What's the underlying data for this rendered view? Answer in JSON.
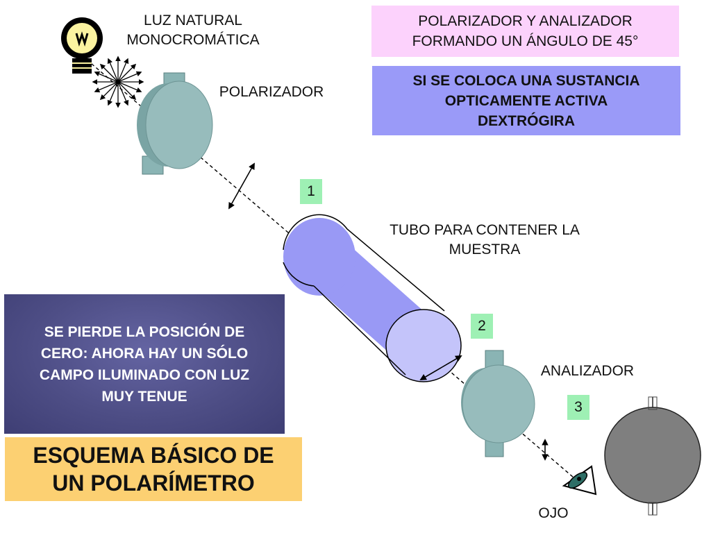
{
  "labels": {
    "light_source": [
      "LUZ NATURAL",
      "MONOCROMÁTICA"
    ],
    "polarizer": "POLARIZADOR",
    "tube": [
      "TUBO PARA CONTENER LA",
      "MUESTRA"
    ],
    "analyzer": "ANALIZADOR",
    "eye": "OJO"
  },
  "steps": [
    "1",
    "2",
    "3"
  ],
  "boxes": {
    "angle_note": [
      "POLARIZADOR Y ANALIZADOR",
      "FORMANDO UN ÁNGULO DE 45°"
    ],
    "substance_note": [
      "SI SE COLOCA UNA SUSTANCIA",
      "OPTICAMENTE ACTIVA",
      "DEXTRÓGIRA"
    ],
    "result_note": [
      "SE PIERDE LA POSICIÓN DE",
      "CERO: AHORA HAY UN SÓLO",
      "CAMPO ILUMINADO CON LUZ",
      "MUY TENUE"
    ],
    "title": [
      "ESQUEMA BÁSICO DE",
      "UN POLARÍMETRO"
    ]
  },
  "colors": {
    "angle_note_bg": "#fcd2fc",
    "substance_note_bg": "#9a9af8",
    "result_note_bg": "#4e4e86",
    "title_bg": "#fcd072",
    "step_bg": "#9ef0b4",
    "tube_body": "#9999f5",
    "tube_end": "#c4c4fa",
    "polarizer_body": "#8ab4b4",
    "field_view": "#7f7f7f"
  }
}
